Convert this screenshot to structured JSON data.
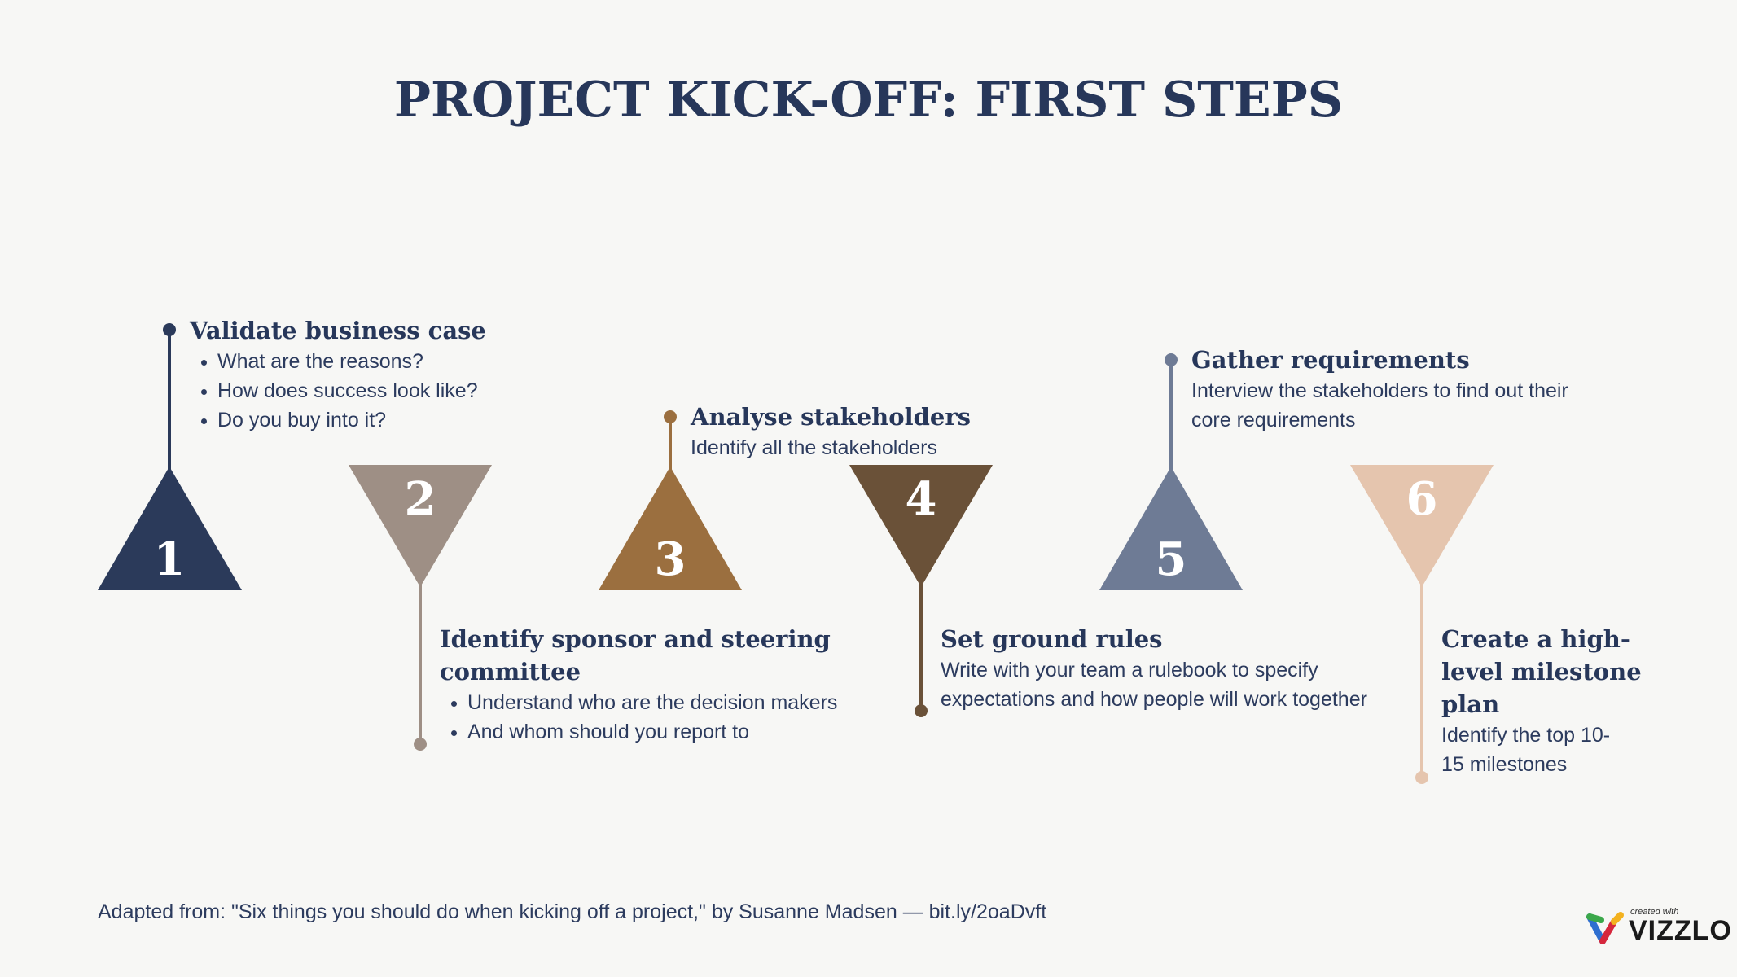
{
  "title": "PROJECT KICK-OFF: FIRST STEPS",
  "colors": {
    "background": "#f7f7f5",
    "text": "#27375a",
    "step1": "#2b3a5a",
    "step2": "#9e8f85",
    "step3": "#9b6f3f",
    "step4": "#6a5138",
    "step5": "#6e7b95",
    "step6": "#e5c5ae"
  },
  "steps": [
    {
      "number": "1",
      "direction": "up",
      "heading": "Validate business case",
      "bullets": [
        "What are the reasons?",
        "How does success look like?",
        "Do you buy into it?"
      ]
    },
    {
      "number": "2",
      "direction": "down",
      "heading_lines": [
        "Identify sponsor and steering",
        "committee"
      ],
      "bullets": [
        "Understand who are the decision makers",
        "And whom should you report to"
      ]
    },
    {
      "number": "3",
      "direction": "up",
      "heading": "Analyse stakeholders",
      "text_lines": [
        "Identify all the stakeholders"
      ]
    },
    {
      "number": "4",
      "direction": "down",
      "heading": "Set ground rules",
      "text_lines": [
        "Write with your team a rulebook to specify",
        "expectations and how people will work together"
      ]
    },
    {
      "number": "5",
      "direction": "up",
      "heading": "Gather requirements",
      "text_lines": [
        "Interview the stakeholders to find out their",
        "core requirements"
      ]
    },
    {
      "number": "6",
      "direction": "down",
      "heading_lines": [
        "Create a high-",
        "level milestone",
        "plan"
      ],
      "text_lines": [
        "Identify the top 10-",
        "15 milestones"
      ]
    }
  ],
  "footer": "Adapted from: \"Six things you should do when kicking off a project,\" by Susanne Madsen — bit.ly/2oaDvft",
  "logo": {
    "small": "created with",
    "big": "VIZZLO"
  }
}
